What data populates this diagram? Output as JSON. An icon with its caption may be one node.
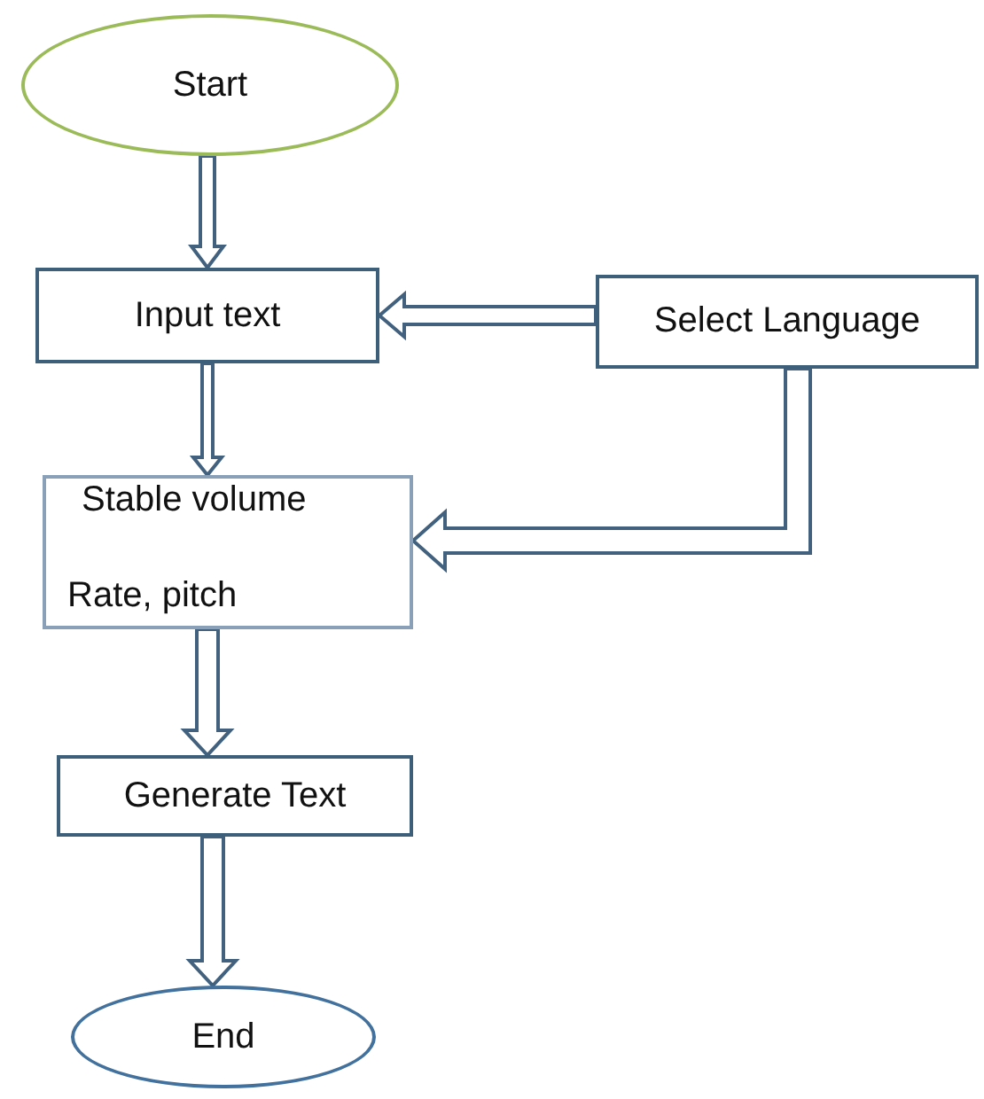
{
  "diagram": {
    "nodes": [
      {
        "text": [
          "Start"
        ]
      },
      {
        "text": [
          "Input text"
        ]
      },
      {
        "text": [
          "Select Language"
        ]
      },
      {
        "text": [
          "Stable volume",
          "Rate, pitch"
        ]
      },
      {
        "text": [
          "Generate Text"
        ]
      },
      {
        "text": [
          "End"
        ]
      }
    ],
    "edges": [
      {
        "from": 0,
        "to": 1,
        "arrow": "to"
      },
      {
        "from": 2,
        "to": 1,
        "arrow": "to"
      },
      {
        "from": 1,
        "to": 3,
        "arrow": "to"
      },
      {
        "from": 2,
        "to": 3,
        "arrow": "to"
      },
      {
        "from": 3,
        "to": 4,
        "arrow": "to"
      },
      {
        "from": 4,
        "to": 5,
        "arrow": "to"
      }
    ]
  }
}
